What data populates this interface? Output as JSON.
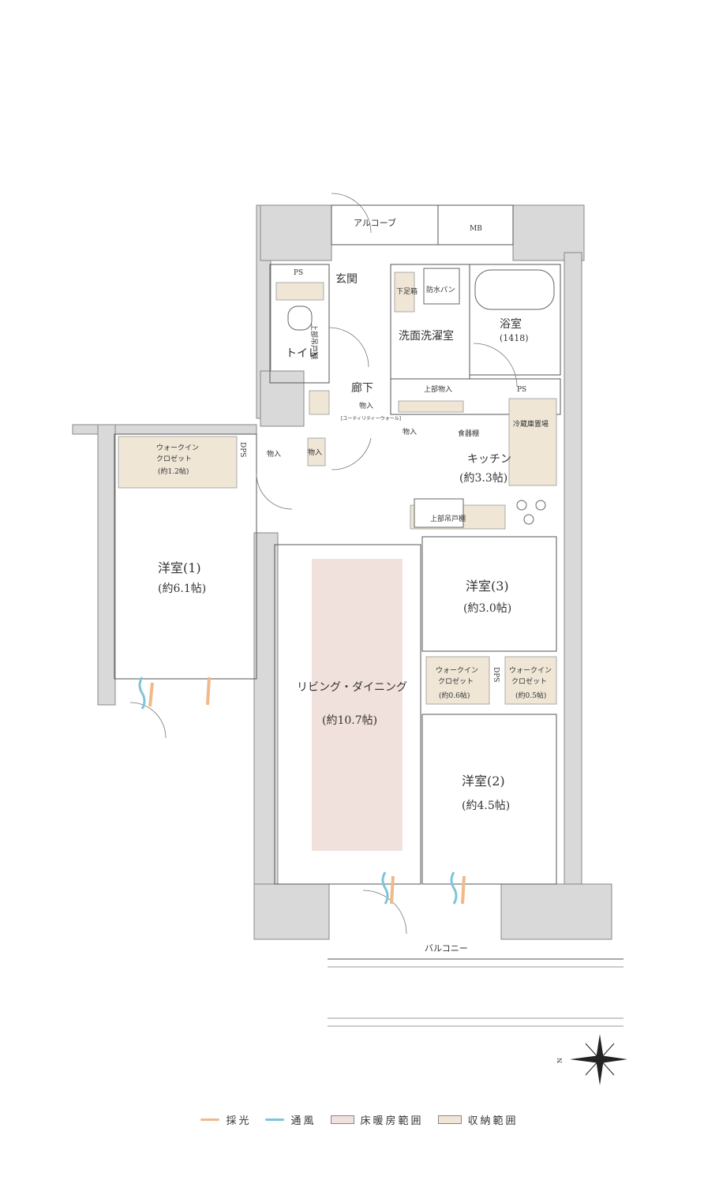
{
  "rooms": {
    "alcove": "アルコーブ",
    "mb": "MB",
    "ps_top": "PS",
    "genkan": "玄関",
    "shoe_box": "下足箱",
    "bouhan": "防水パン",
    "toilet": "トイレ",
    "toilet_cabinet": "上部吊戸棚",
    "washroom": "洗面洗濯室",
    "bath": "浴室",
    "bath_size": "(1418)",
    "hallway": "廊下",
    "mono_hall": "物入",
    "mono_hall_note": "[ユーティリティーウォール]",
    "upper_mono": "上部物入",
    "ps_kitchen": "PS",
    "mono_kitchen": "物入",
    "shokki": "食器棚",
    "fridge": "冷蔵庫置場",
    "kitchen": "キッチン",
    "kitchen_size": "(約3.3帖)",
    "kitchen_cabinet": "上部吊戸棚",
    "wic1_a": "ウォークイン",
    "wic1_b": "クロゼット",
    "wic1_size": "(約1.2帖)",
    "dps": "DPS",
    "mono1": "物入",
    "mono2": "物入",
    "room1": "洋室(1)",
    "room1_size": "(約6.1帖)",
    "room3": "洋室(3)",
    "room3_size": "(約3.0帖)",
    "wic2_a": "ウォークイン",
    "wic2_b": "クロゼット",
    "wic2_size": "(約0.6帖)",
    "dps2": "DPS",
    "wic3_a": "ウォークイン",
    "wic3_b": "クロゼット",
    "wic3_size": "(約0.5帖)",
    "living": "リビング・ダイニング",
    "living_size": "(約10.7帖)",
    "room2": "洋室(2)",
    "room2_size": "(約4.5帖)",
    "balcony": "バルコニー"
  },
  "compass": {
    "label": "N"
  },
  "legend": {
    "light": "採光",
    "wind": "通風",
    "floor_heat": "床暖房範囲",
    "storage": "収納範囲"
  },
  "colors": {
    "light": "#f0b98a",
    "wind": "#7fc4d9",
    "floor_heat": "#f1e1dc",
    "storage": "#efe6d6"
  }
}
